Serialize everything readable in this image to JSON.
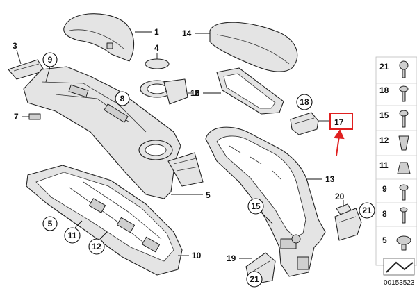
{
  "diagram": {
    "labels": {
      "l1": "1",
      "l2": "2",
      "l3": "3",
      "l4": "4",
      "l5": "5",
      "l7": "7",
      "l10": "10",
      "l13": "13",
      "l14": "14",
      "l16": "16",
      "l17": "17",
      "l19": "19",
      "l20": "20"
    },
    "circled": {
      "c8": "8",
      "c9": "9",
      "c5": "5",
      "c11": "11",
      "c12": "12",
      "c15": "15",
      "c18": "18",
      "c21a": "21",
      "c21b": "21"
    },
    "highlight_color": "#e02020"
  },
  "sidebar": {
    "items": [
      {
        "num": "21"
      },
      {
        "num": "18"
      },
      {
        "num": "15"
      },
      {
        "num": "12"
      },
      {
        "num": "11"
      },
      {
        "num": "9"
      },
      {
        "num": "8"
      },
      {
        "num": "5"
      }
    ]
  },
  "footer": {
    "code": "00153523"
  }
}
